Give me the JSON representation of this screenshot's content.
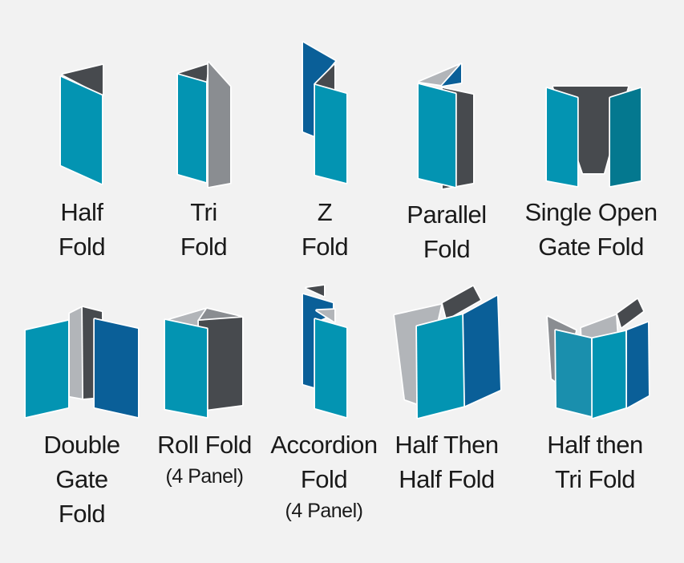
{
  "diagram": {
    "description": "Paper fold types reference diagram",
    "palette": {
      "background": "#F2F2F2",
      "text": "#1A1A1A",
      "panel_outline": "#FFFFFF",
      "teal": "#0394B2",
      "teal_mid": "#1A8FAD",
      "teal_dark": "#04788F",
      "blue": "#0A5F98",
      "dark_gray": "#474A4E",
      "mid_gray": "#8A8D91",
      "light_gray": "#B2B5B9"
    },
    "items": [
      {
        "id": "half-fold",
        "icon": "half-fold-icon",
        "label_lines": [
          "Half",
          "Fold"
        ]
      },
      {
        "id": "tri-fold",
        "icon": "tri-fold-icon",
        "label_lines": [
          "Tri",
          "Fold"
        ]
      },
      {
        "id": "z-fold",
        "icon": "z-fold-icon",
        "label_lines": [
          "Z",
          "Fold"
        ]
      },
      {
        "id": "parallel-fold",
        "icon": "parallel-fold-icon",
        "label_lines": [
          "Parallel",
          "Fold"
        ]
      },
      {
        "id": "single-open-gate-fold",
        "icon": "single-open-gate-fold-icon",
        "label_lines": [
          "Single Open",
          "Gate Fold"
        ]
      },
      {
        "id": "double-gate-fold",
        "icon": "double-gate-fold-icon",
        "label_lines": [
          "Double",
          "Gate",
          "Fold"
        ]
      },
      {
        "id": "roll-fold",
        "icon": "roll-fold-icon",
        "label_lines": [
          "Roll Fold"
        ],
        "sublabel": "(4 Panel)"
      },
      {
        "id": "accordion-fold",
        "icon": "accordion-fold-icon",
        "label_lines": [
          "Accordion",
          "Fold"
        ],
        "sublabel": "(4 Panel)"
      },
      {
        "id": "half-then-half-fold",
        "icon": "half-then-half-fold-icon",
        "label_lines": [
          "Half Then",
          "Half Fold"
        ]
      },
      {
        "id": "half-then-tri-fold",
        "icon": "half-then-tri-fold-icon",
        "label_lines": [
          "Half then",
          "Tri Fold"
        ]
      }
    ]
  }
}
